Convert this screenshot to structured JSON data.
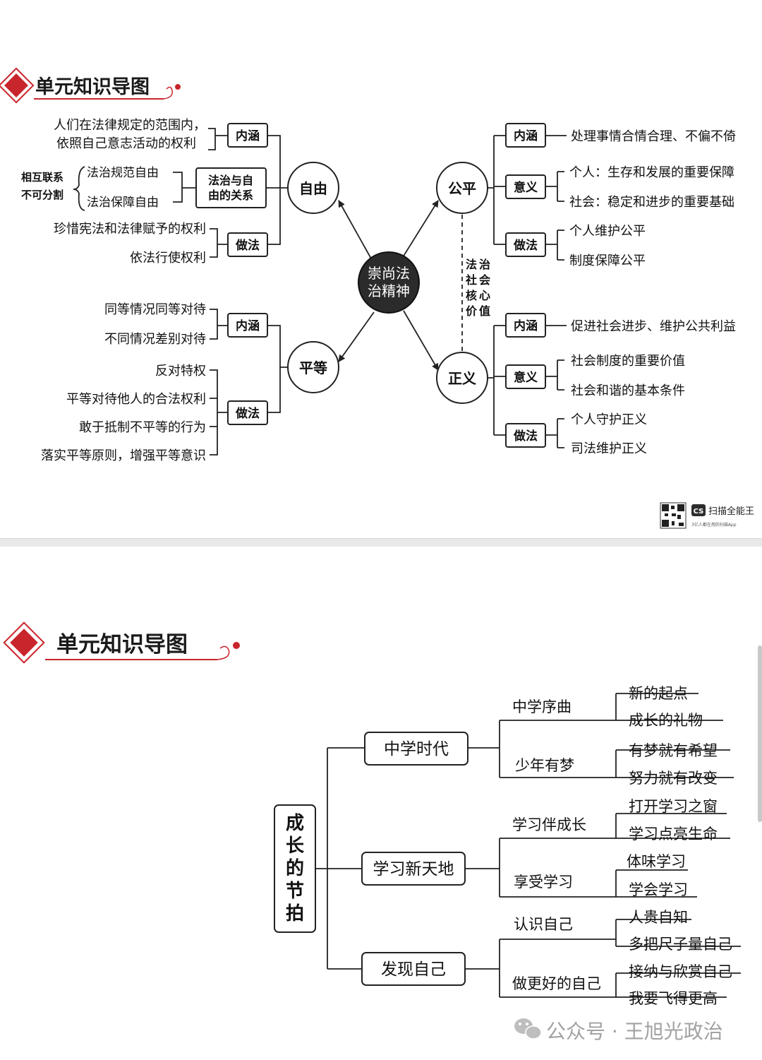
{
  "header1": {
    "title": "单元知识导图"
  },
  "map1": {
    "center": {
      "line1": "崇尚法",
      "line2": "治精神"
    },
    "freedom": {
      "title": "自由",
      "neihan": {
        "label": "内涵",
        "line1": "人们在法律规定的范围内，",
        "line2": "依照自己意志活动的权利"
      },
      "relation": {
        "label_line1": "法治与自",
        "label_line2": "由的关系",
        "item1": "法治规范自由",
        "item2": "法治保障自由",
        "note_line1": "相互联系",
        "note_line2": "不可分割"
      },
      "zuofa": {
        "label": "做法",
        "item1": "珍惜宪法和法律赋予的权利",
        "item2": "依法行使权利"
      }
    },
    "equality": {
      "title": "平等",
      "neihan": {
        "label": "内涵",
        "item1": "同等情况同等对待",
        "item2": "不同情况差别对待"
      },
      "zuofa": {
        "label": "做法",
        "item1": "反对特权",
        "item2": "平等对待他人的合法权利",
        "item3": "敢于抵制不平等的行为",
        "item4": "落实平等原则，增强平等意识"
      }
    },
    "fairness": {
      "title": "公平",
      "neihan": {
        "label": "内涵",
        "item1": "处理事情合情合理、不偏不倚"
      },
      "yiyi": {
        "label": "意义",
        "item1": "个人：生存和发展的重要保障",
        "item2": "社会：稳定和进步的重要基础"
      },
      "zuofa": {
        "label": "做法",
        "item1": "个人维护公平",
        "item2": "制度保障公平"
      }
    },
    "justice": {
      "title": "正义",
      "neihan": {
        "label": "内涵",
        "item1": "促进社会进步、维护公共利益"
      },
      "yiyi": {
        "label": "意义",
        "item1": "社会制度的重要价值",
        "item2": "社会和谐的基本条件"
      },
      "zuofa": {
        "label": "做法",
        "item1": "个人守护正义",
        "item2": "司法维护正义"
      }
    },
    "core_value": {
      "c1": "法",
      "c2": "治",
      "c3": "社",
      "c4": "会",
      "c5": "核",
      "c6": "心",
      "c7": "价",
      "c8": "值"
    }
  },
  "scanner": {
    "name": "扫描全能王",
    "tagline": "3亿人都在用的扫描App",
    "logo": "CS"
  },
  "header2": {
    "title": "单元知识导图"
  },
  "map2": {
    "root": {
      "c1": "成",
      "c2": "长",
      "c3": "的",
      "c4": "节",
      "c5": "拍"
    },
    "branches": [
      {
        "title": "中学时代",
        "groups": [
          {
            "name": "中学序曲",
            "items": [
              "新的起点",
              "成长的礼物"
            ]
          },
          {
            "name": "少年有梦",
            "items": [
              "有梦就有希望",
              "努力就有改变"
            ]
          }
        ]
      },
      {
        "title": "学习新天地",
        "groups": [
          {
            "name": "学习伴成长",
            "items": [
              "打开学习之窗",
              "学习点亮生命"
            ]
          },
          {
            "name": "享受学习",
            "items": [
              "体味学习",
              "学会学习"
            ]
          }
        ]
      },
      {
        "title": "发现自己",
        "groups": [
          {
            "name": "认识自己",
            "items": [
              "人贵自知",
              "多把尺子量自己"
            ]
          },
          {
            "name": "做更好的自己",
            "items": [
              "接纳与欣赏自己",
              "我要飞得更高"
            ]
          }
        ]
      }
    ]
  },
  "watermark": {
    "text": "公众号 · 王旭光政治",
    "icon": "wechat-icon"
  },
  "colors": {
    "accent": "#c8262c",
    "ink": "#111111",
    "center_fill": "#2b2b2b"
  }
}
